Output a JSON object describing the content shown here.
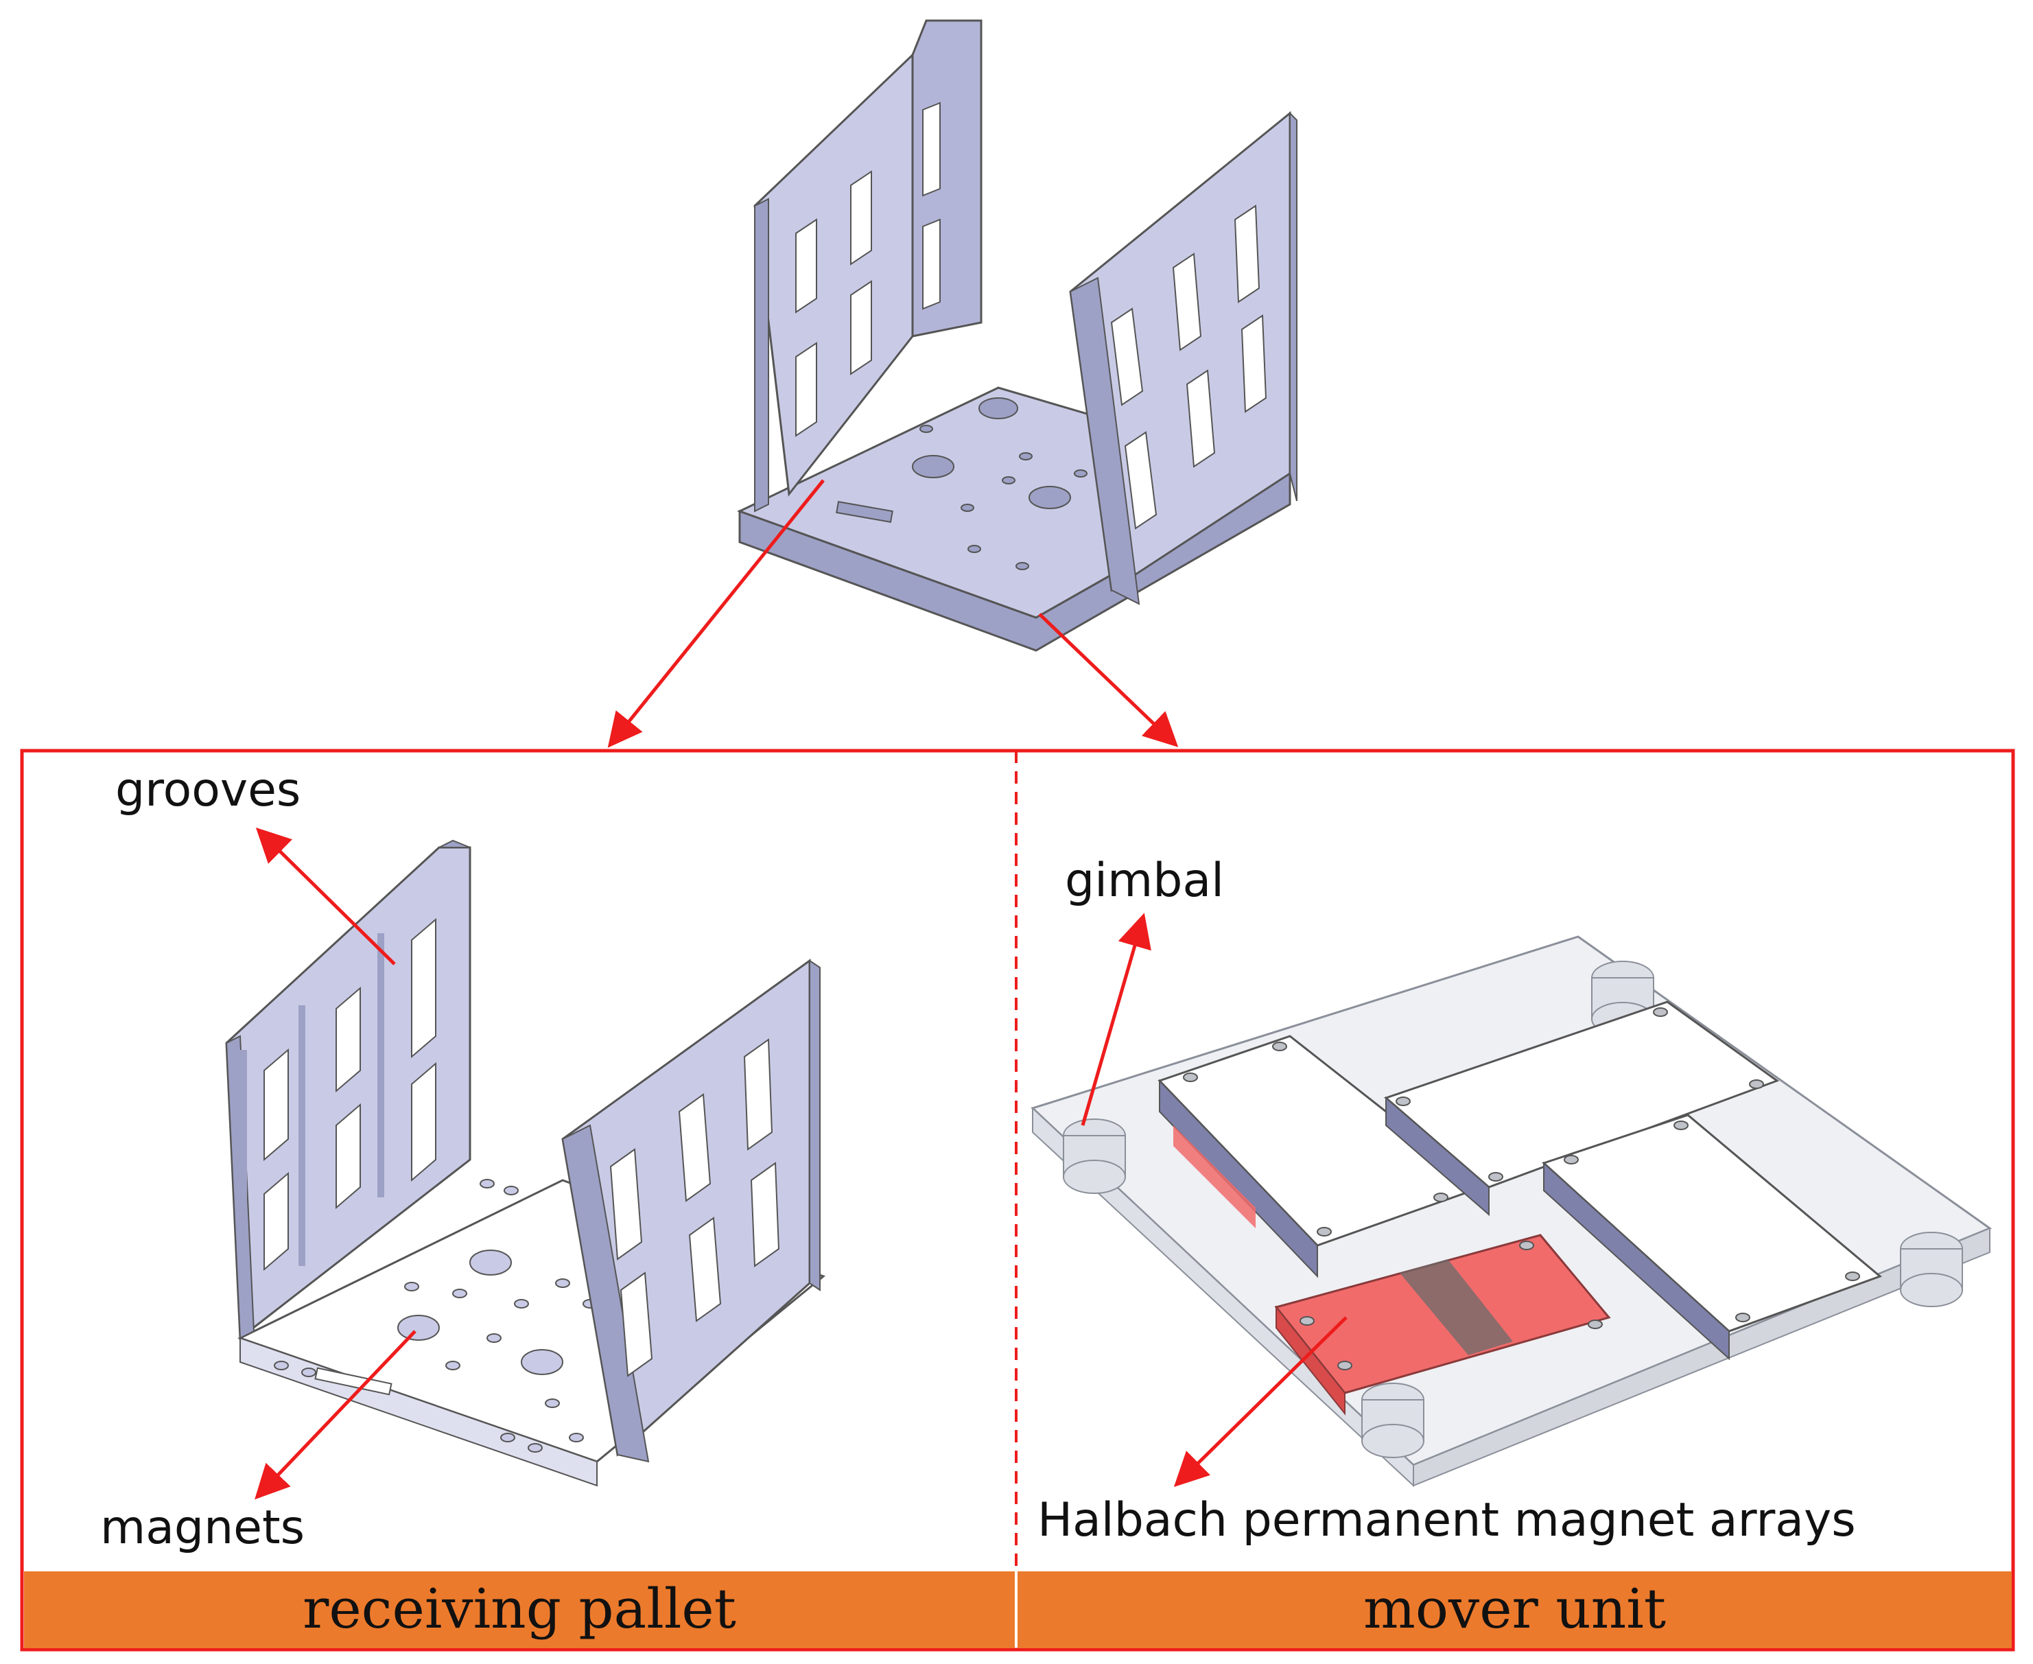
{
  "labels": {
    "grooves": "grooves",
    "magnets": "magnets",
    "gimbal": "gimbal",
    "halbach": "Halbach permanent magnet arrays"
  },
  "panels": {
    "left_title": "receiving pallet",
    "right_title": "mover unit"
  },
  "colors": {
    "frame": "#ee1c1c",
    "arrow": "#ee1c1c",
    "title_bar": "#ec7a2c",
    "metal_face": "#c9cbe6",
    "metal_side": "#9ea1c6",
    "metal_dark": "#7e81aa",
    "magnet": "#f26b6b",
    "glass": "#e9ecf1"
  }
}
